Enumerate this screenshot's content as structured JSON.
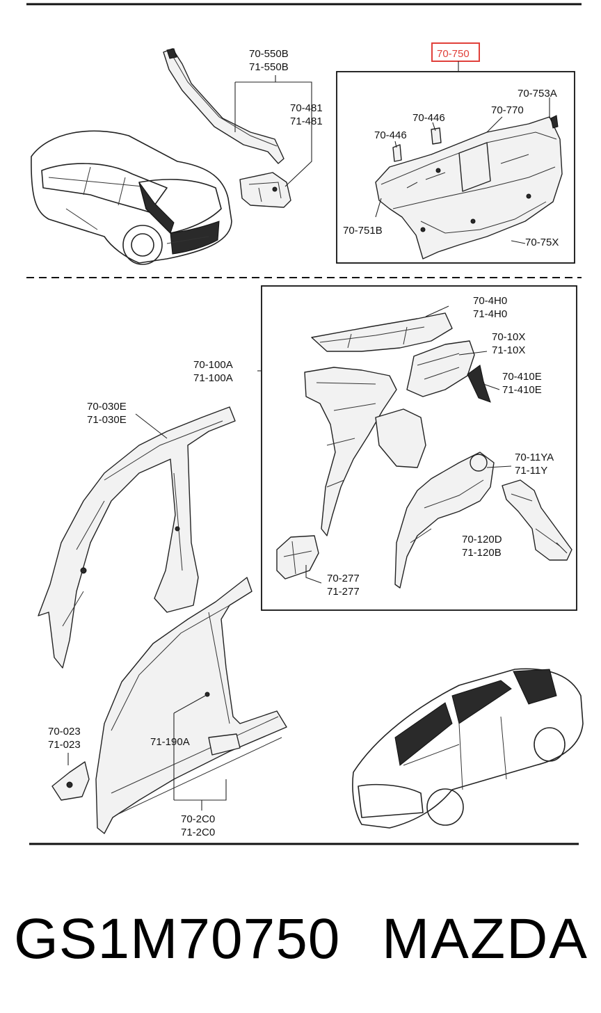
{
  "labels": {
    "p70_550b": "70-550B",
    "p71_550b": "71-550B",
    "p70_481": "70-481",
    "p71_481": "71-481",
    "p70_750": "70-750",
    "p70_753a": "70-753A",
    "p70_770": "70-770",
    "p70_446a": "70-446",
    "p70_446b": "70-446",
    "p70_751b": "70-751B",
    "p70_75x": "70-75X",
    "p70_4h0": "70-4H0",
    "p71_4h0": "71-4H0",
    "p70_10x": "70-10X",
    "p71_10x": "71-10X",
    "p70_100a": "70-100A",
    "p71_100a": "71-100A",
    "p70_410e": "70-410E",
    "p71_410e": "71-410E",
    "p70_030e": "70-030E",
    "p71_030e": "71-030E",
    "p70_11ya": "70-11YA",
    "p71_11y": "71-11Y",
    "p70_120d": "70-120D",
    "p71_120b": "71-120B",
    "p70_277": "70-277",
    "p71_277": "71-277",
    "p70_023": "70-023",
    "p71_023": "71-023",
    "p71_190a": "71-190A",
    "p70_2c0": "70-2C0",
    "p71_2c0": "71-2C0"
  },
  "highlight_color": "#e0403a",
  "footer": {
    "part_number": "GS1M70750",
    "brand": "MAZDA"
  }
}
